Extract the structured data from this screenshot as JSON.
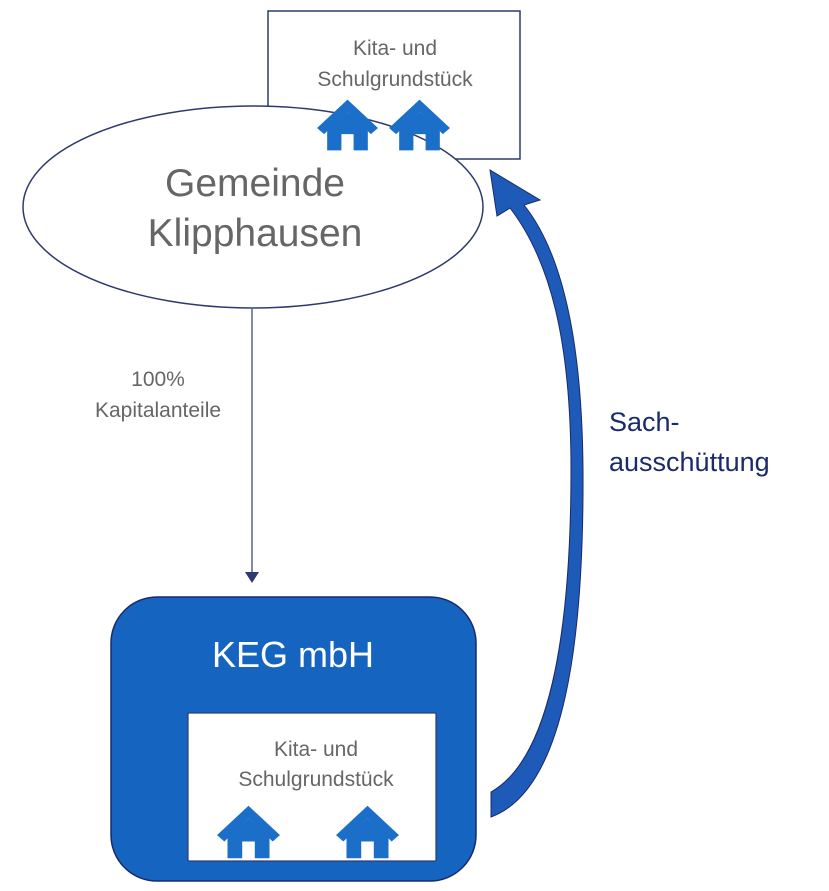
{
  "top_property": {
    "line1": "Kita- und",
    "line2": "Schulgrundstück"
  },
  "municipality": {
    "line1": "Gemeinde",
    "line2": "Klipphausen"
  },
  "ownership": {
    "line1": "100%",
    "line2": "Kapitalanteile"
  },
  "company": {
    "name": "KEG mbH"
  },
  "company_property": {
    "line1": "Kita- und",
    "line2": "Schulgrundstück"
  },
  "transfer": {
    "line1": "Sach-",
    "line2": "ausschüttung"
  },
  "colors": {
    "company_blue": "#1565c0",
    "house_blue": "#1c6fc9",
    "arrow_blue": "#1e5bb8",
    "navy": "#1a2a6c",
    "box_border": "#2e3a6e",
    "gray_text": "#666666"
  },
  "icons": [
    "house-icon",
    "house-icon",
    "house-icon",
    "house-icon"
  ]
}
